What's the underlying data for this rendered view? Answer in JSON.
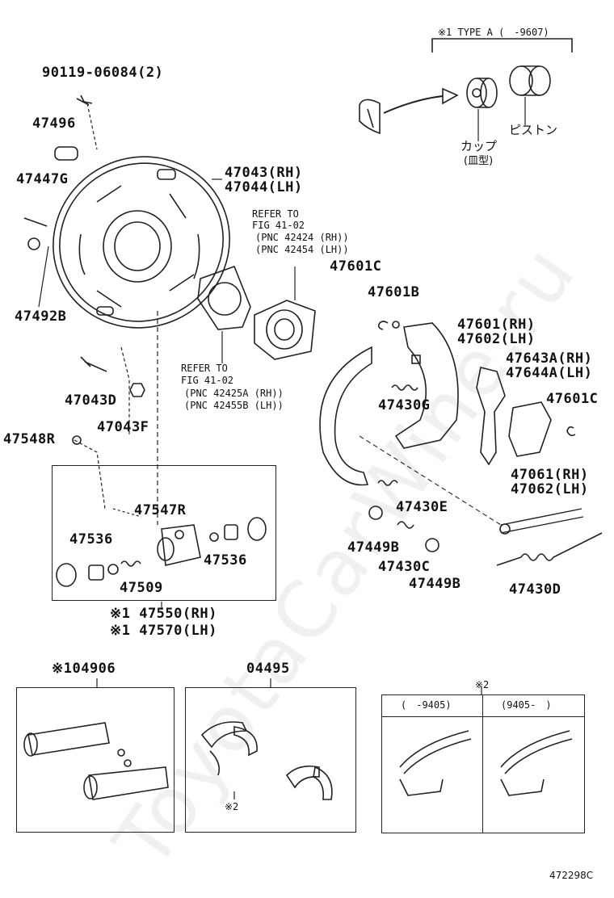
{
  "diagram": {
    "code": "472298C",
    "watermark": "ToyotaCarWine.ru",
    "type_a_note": "※1 TYPE A (　-9607)",
    "cup_label": "カップ",
    "cup_sub": "(皿型)",
    "piston_label": "ピストン",
    "refer_top": [
      "REFER TO",
      "FIG 41-02",
      "(PNC 42424 (RH))",
      "(PNC 42454 (LH))"
    ],
    "refer_mid": [
      "REFER TO",
      "FIG 41-02",
      "(PNC 42425A (RH))",
      "(PNC 42455B (LH))"
    ],
    "parts": {
      "p1": "90119-06084(2)",
      "p2": "47496",
      "p3": "47447G",
      "p4": "47492B",
      "p5": "47043(RH)",
      "p6": "47044(LH)",
      "p7": "47043D",
      "p8": "47043F",
      "p9": "47548R",
      "p10": "47547R",
      "p11": "47536",
      "p12": "47536",
      "p13": "47509",
      "p14": "※1 47550(RH)",
      "p15": "※1 47570(LH)",
      "p16": "47601C",
      "p17": "47601B",
      "p18": "47601(RH)",
      "p19": "47602(LH)",
      "p20": "47643A(RH)",
      "p21": "47644A(LH)",
      "p22": "47601C",
      "p23": "47430G",
      "p24": "47061(RH)",
      "p25": "47062(LH)",
      "p26": "47430E",
      "p27": "47449B",
      "p28": "47430C",
      "p29": "47449B",
      "p30": "47430D",
      "p31": "※104906",
      "p32": "04495"
    },
    "note2_top": "※2",
    "note2_left": "(　-9405)",
    "note2_right": "(9405-　)",
    "note2_inner": "※2"
  }
}
